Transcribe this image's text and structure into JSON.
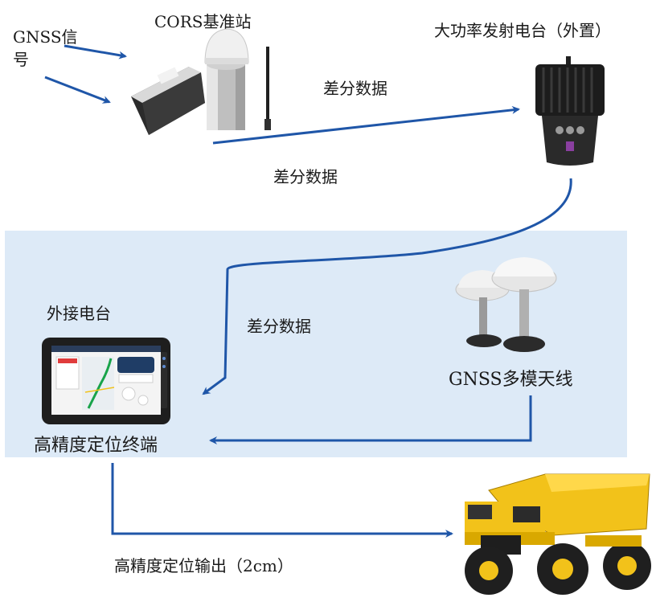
{
  "labels": {
    "gnss_signal_line1": "GNSS信",
    "gnss_signal_line2": "号",
    "cors_station": "CORS基准站",
    "radio_external": "大功率发射电台（外置）",
    "diff_data_1": "差分数据",
    "diff_data_2": "差分数据",
    "diff_data_3": "差分数据",
    "external_radio": "外接电台",
    "terminal": "高精度定位终端",
    "antenna": "GNSS多模天线",
    "output": "高精度定位输出（2cm）"
  },
  "colors": {
    "arrow": "#1f56a8",
    "panel": "#ddeaf7",
    "truck": "#f2c21a"
  },
  "icons": {
    "cors": "cors-base-station-icon",
    "radio": "radio-transmitter-icon",
    "terminal": "tablet-terminal-icon",
    "antenna": "gnss-antenna-icon",
    "truck": "mining-truck-icon"
  }
}
